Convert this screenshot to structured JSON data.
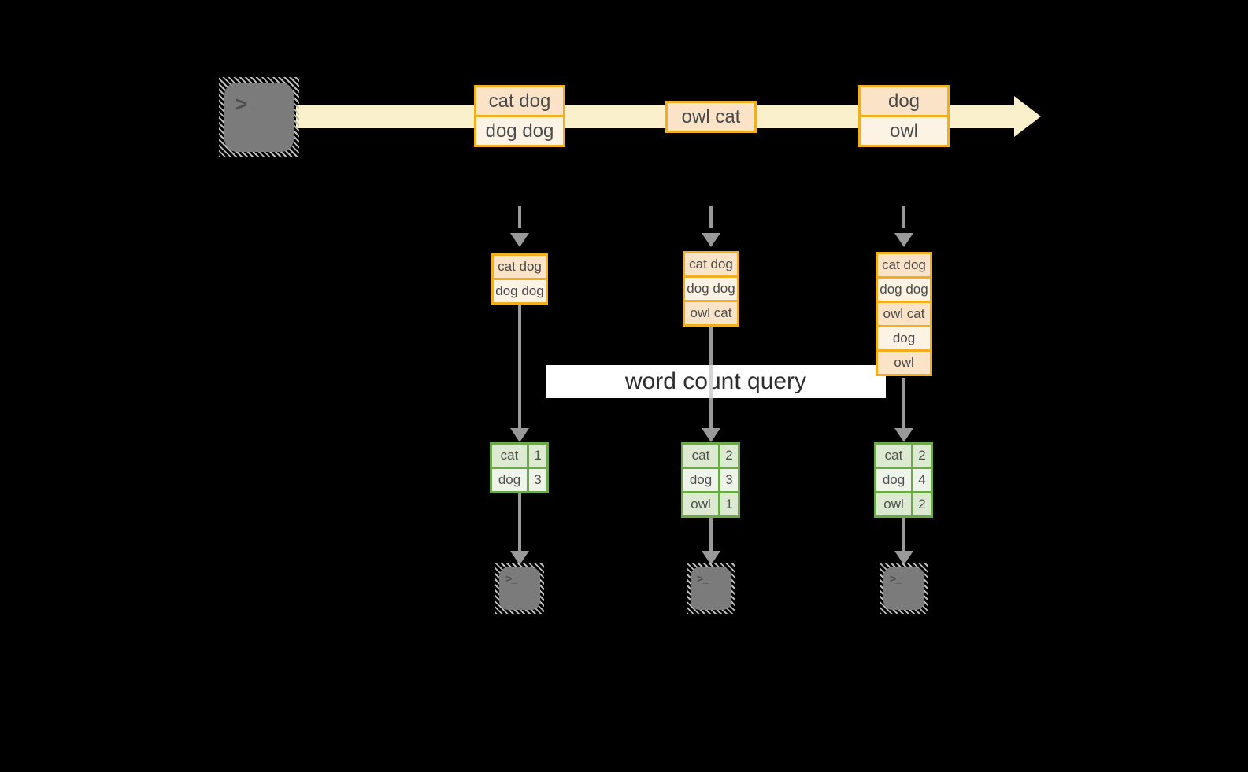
{
  "diagram": {
    "terminal_glyph": ">_",
    "query_label": "word count query",
    "stream": {
      "batches": [
        {
          "rows": [
            "cat dog",
            "dog dog"
          ]
        },
        {
          "rows": [
            "owl cat"
          ]
        },
        {
          "rows": [
            "dog",
            "owl"
          ]
        }
      ]
    },
    "columns": [
      {
        "buffer_rows": [
          "cat dog",
          "dog dog"
        ],
        "counts": [
          {
            "word": "cat",
            "count": "1"
          },
          {
            "word": "dog",
            "count": "3"
          }
        ]
      },
      {
        "buffer_rows": [
          "cat dog",
          "dog dog",
          "owl cat"
        ],
        "counts": [
          {
            "word": "cat",
            "count": "2"
          },
          {
            "word": "dog",
            "count": "3"
          },
          {
            "word": "owl",
            "count": "1"
          }
        ]
      },
      {
        "buffer_rows": [
          "cat dog",
          "dog dog",
          "owl cat",
          "dog",
          "owl"
        ],
        "counts": [
          {
            "word": "cat",
            "count": "2"
          },
          {
            "word": "dog",
            "count": "4"
          },
          {
            "word": "owl",
            "count": "2"
          }
        ]
      }
    ],
    "colors": {
      "background": "#000000",
      "stream_band": "#FAF0CB",
      "box_border_orange": "#F2AE1C",
      "box_fill_peach": "#FBE3C8",
      "box_fill_cream": "#FDF3E4",
      "table_border_green": "#6BAA47",
      "table_fill_dark": "#DCEAD2",
      "table_fill_light": "#EFF4EA",
      "arrow_gray": "#999999",
      "terminal_gray": "#7B7B7B",
      "label_background": "#FFFFFF"
    }
  }
}
